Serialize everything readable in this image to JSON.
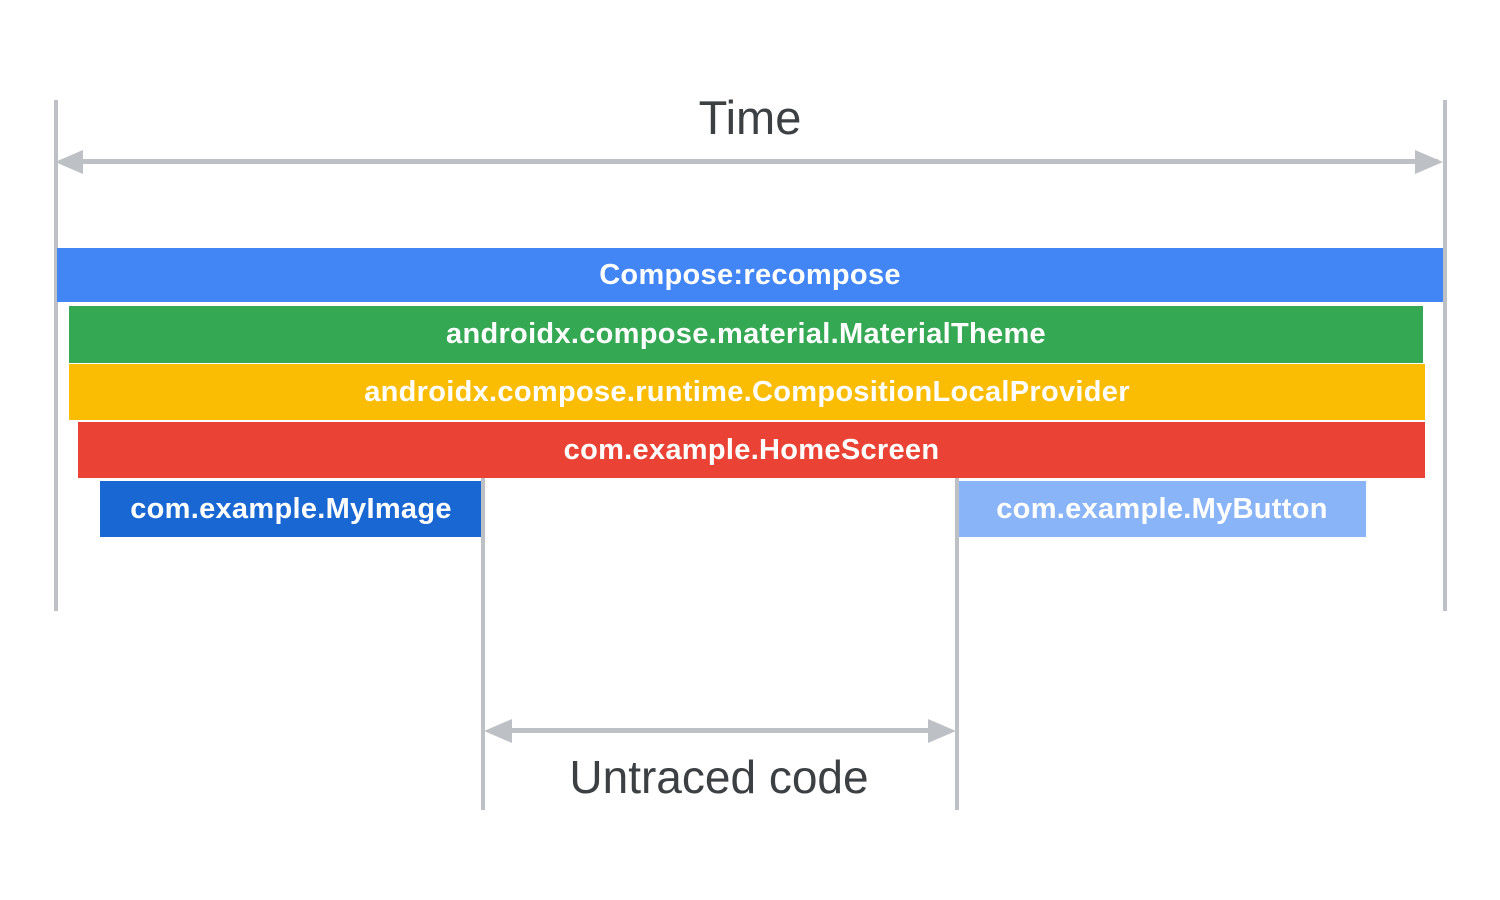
{
  "axis": {
    "time_label": "Time"
  },
  "untraced": {
    "label": "Untraced code"
  },
  "colors": {
    "arrow_gray": "#bdc1c6",
    "label_text": "#3c4043",
    "bar_text": "#ffffff"
  },
  "chart_data": {
    "type": "flame-chart",
    "title": "Time",
    "annotation": "Untraced code",
    "frames": [
      {
        "name": "Compose:recompose",
        "depth": 0,
        "color": "#4285f4",
        "span": "full"
      },
      {
        "name": "androidx.compose.material.MaterialTheme",
        "depth": 1,
        "color": "#34a853",
        "span": "full"
      },
      {
        "name": "androidx.compose.runtime.CompositionLocalProvider",
        "depth": 2,
        "color": "#fbbc04",
        "span": "full"
      },
      {
        "name": "com.example.HomeScreen",
        "depth": 3,
        "color": "#ea4335",
        "span": "full"
      },
      {
        "name": "com.example.MyImage",
        "depth": 4,
        "color": "#1967d2",
        "span": "left"
      },
      {
        "name": "com.example.MyButton",
        "depth": 4,
        "color": "#8ab4f8",
        "span": "right"
      }
    ]
  }
}
